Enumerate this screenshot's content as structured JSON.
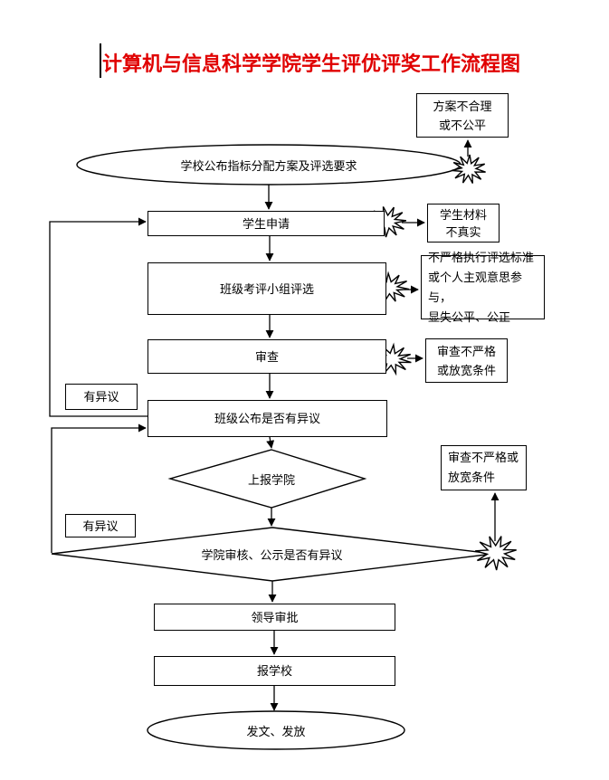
{
  "title": "计算机与信息科学学院学生评优评奖工作流程图",
  "colors": {
    "title": "#e00000",
    "line": "#000000"
  },
  "nodes": {
    "school_publish": "学校公布指标分配方案及评选要求",
    "student_apply": "学生申请",
    "class_eval": "班级考评小组评选",
    "review": "审查",
    "class_announce": "班级公布是否有异议",
    "report_college": "上报学院",
    "college_review": "学院审核、公示是否有异议",
    "leader_approve": "领导审批",
    "report_school": "报学校",
    "issue": "发文、发放"
  },
  "callouts": {
    "plan_unfair": {
      "line1": "方案不合理",
      "line2": "或不公平"
    },
    "material_untrue": {
      "line1": "学生材料",
      "line2": "不真实"
    },
    "not_strict": {
      "line1": "不严格执行评选标准",
      "line2": "或个人主观意思参与，",
      "line3": "显失公平、公正"
    },
    "review_loose1": {
      "line1": "审查不严格",
      "line2": "或放宽条件"
    },
    "review_loose2": {
      "line1": "审查不严格或",
      "line2": "放宽条件"
    }
  },
  "labels": {
    "objection1": "有异议",
    "objection2": "有异议"
  }
}
